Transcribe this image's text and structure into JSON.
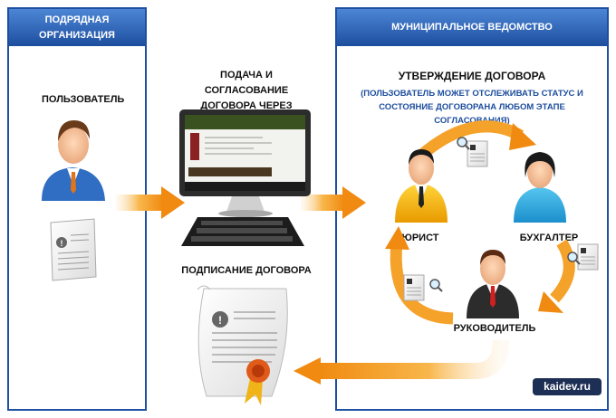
{
  "left_panel": {
    "header": "ПОДРЯДНАЯ ОРГАНИЗАЦИЯ",
    "user_label": "ПОЛЬЗОВАТЕЛЬ"
  },
  "middle": {
    "submit_label": "ПОДАЧА И СОГЛАСОВАНИЕ ДОГОВОРА ЧЕРЕЗ ИНТЕРНЕТ",
    "sign_label": "ПОДПИСАНИЕ ДОГОВОРА"
  },
  "right_panel": {
    "header": "МУНИЦИПАЛЬНОЕ ВЕДОМСТВО",
    "approval_title": "УТВЕРЖДЕНИЕ ДОГОВОРА",
    "approval_note": "(ПОЛЬЗОВАТЕЛЬ МОЖЕТ ОТСЛЕЖИВАТЬ СТАТУС И СОСТОЯНИЕ ДОГОВОРАНА ЛЮБОМ ЭТАПЕ СОГЛАСОВАНИЯ)",
    "lawyer_label": "ЮРИСТ",
    "accountant_label": "БУХГАЛТЕР",
    "manager_label": "РУКОВОДИТЕЛЬ"
  },
  "watermark": "kaidev.ru",
  "colors": {
    "panel_border": "#1e4fa0",
    "header_blue": "#1d4e9e",
    "arrow_orange": "#f39a1c"
  }
}
